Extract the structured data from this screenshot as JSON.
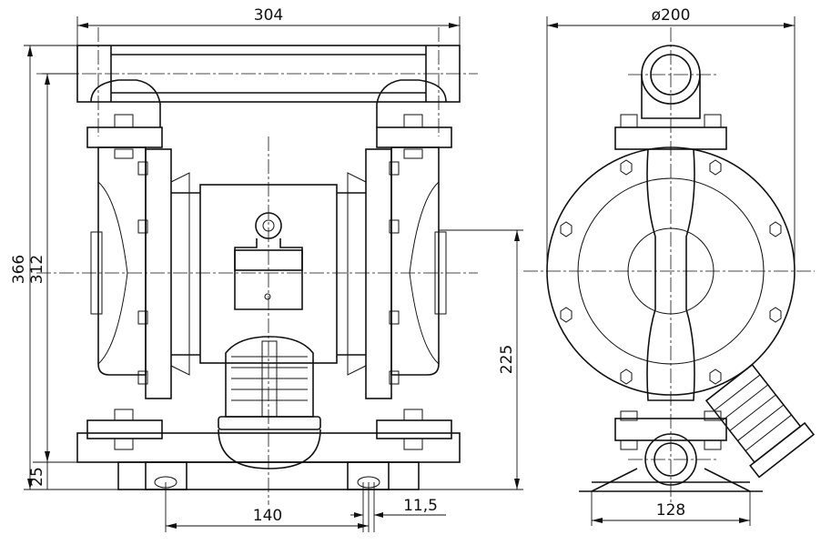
{
  "dimensions": {
    "width_front": "304",
    "diameter": "ø200",
    "height_total": "366",
    "height_flange": "312",
    "height_outlet": "225",
    "height_base": "25",
    "spacing_holes": "140",
    "hole_size": "11,5",
    "width_base_side": "128"
  }
}
